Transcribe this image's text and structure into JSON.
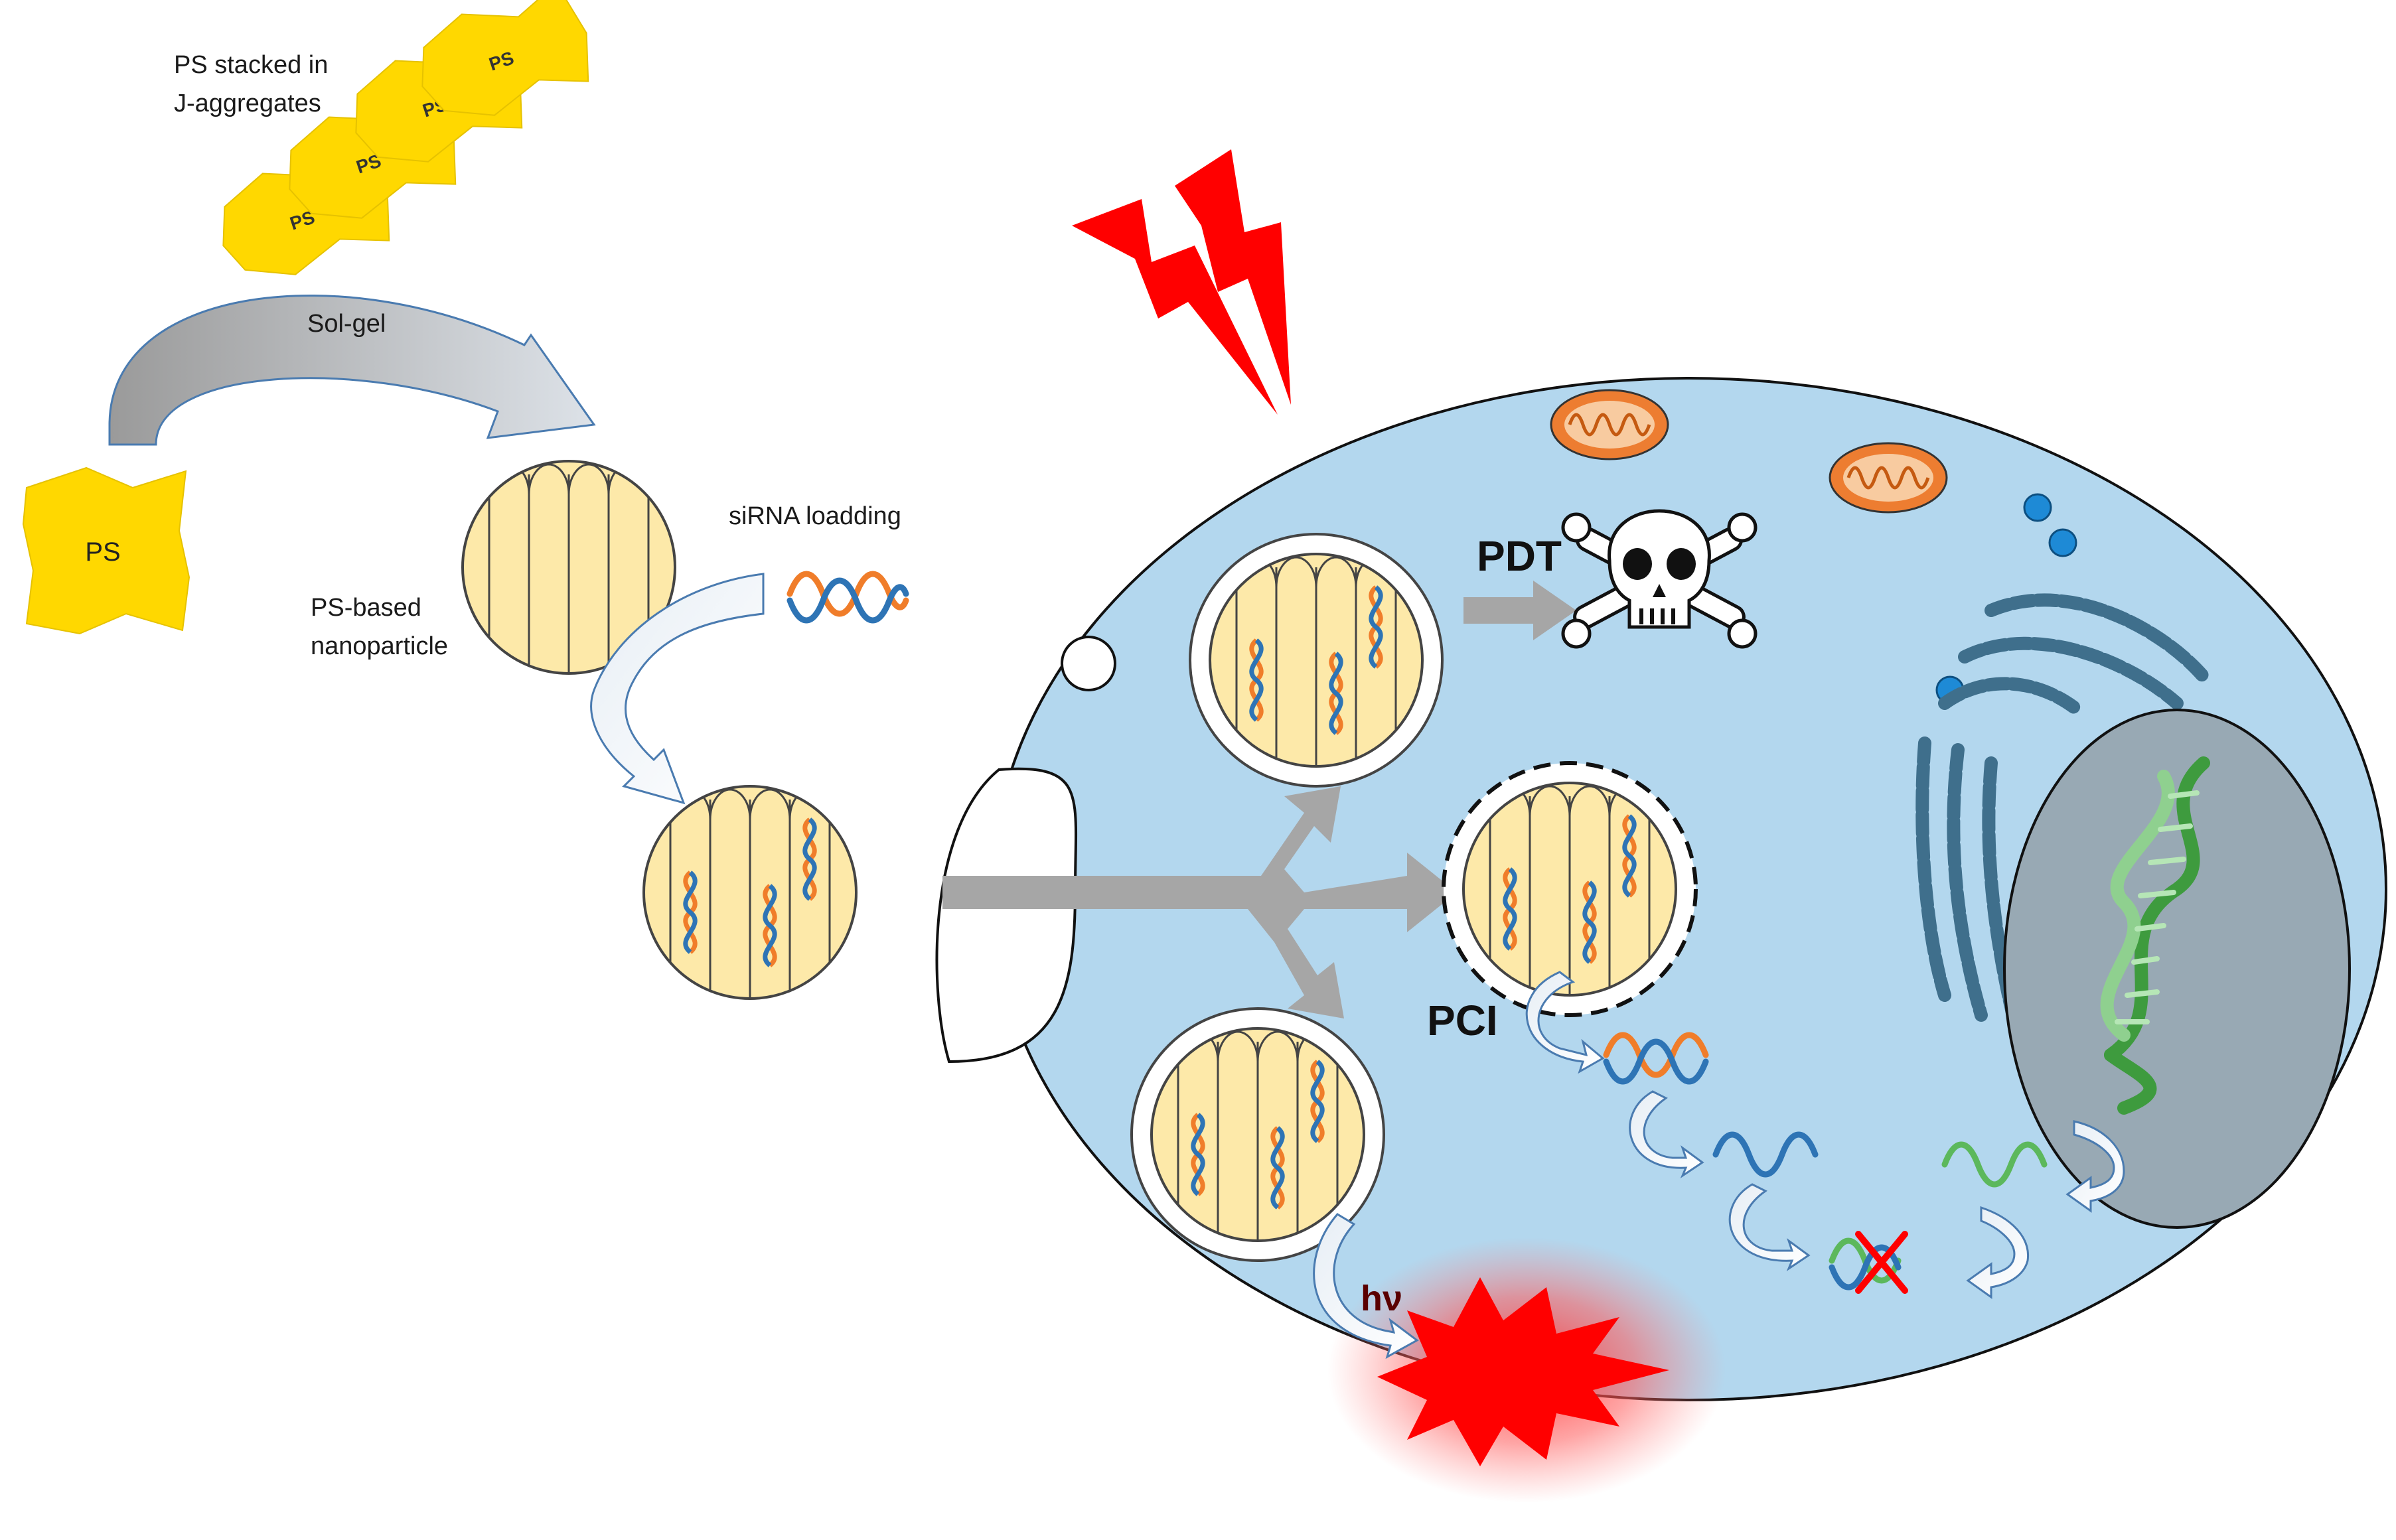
{
  "labels": {
    "ps_stacked_line1": "PS stacked in",
    "ps_stacked_line2": "J-aggregates",
    "sol_gel": "Sol-gel",
    "ps_monomer": "PS",
    "sirna_loading": "siRNA loadding",
    "ps_based_line1": "PS-based",
    "ps_based_line2": "nanoparticle",
    "pdt": "PDT",
    "pci": "PCI",
    "hv": "hν"
  },
  "aggregate_tiles": [
    "PS",
    "PS",
    "PS",
    "PS"
  ],
  "colors": {
    "cell_fill": "#b3d7ee",
    "nanoparticle_fill": "#fde9a9",
    "ps_yellow": "#ffd800",
    "lightning_red": "#ff0000",
    "sirna_orange": "#f07d2a",
    "sirna_blue": "#2e74b5",
    "mrna_green": "#5cb85c",
    "nucleus_gray": "#98a9b4",
    "er_blue": "#3f6f8c",
    "mito_orange": "#ed7d31",
    "arrow_gray": "#a6a6a6"
  },
  "icons": [
    "lightning-icon",
    "skull-crossbones-icon",
    "mitochondrion-icon",
    "endoplasmic-reticulum-icon",
    "dna-helix-icon",
    "red-x-icon",
    "light-burst-icon"
  ]
}
